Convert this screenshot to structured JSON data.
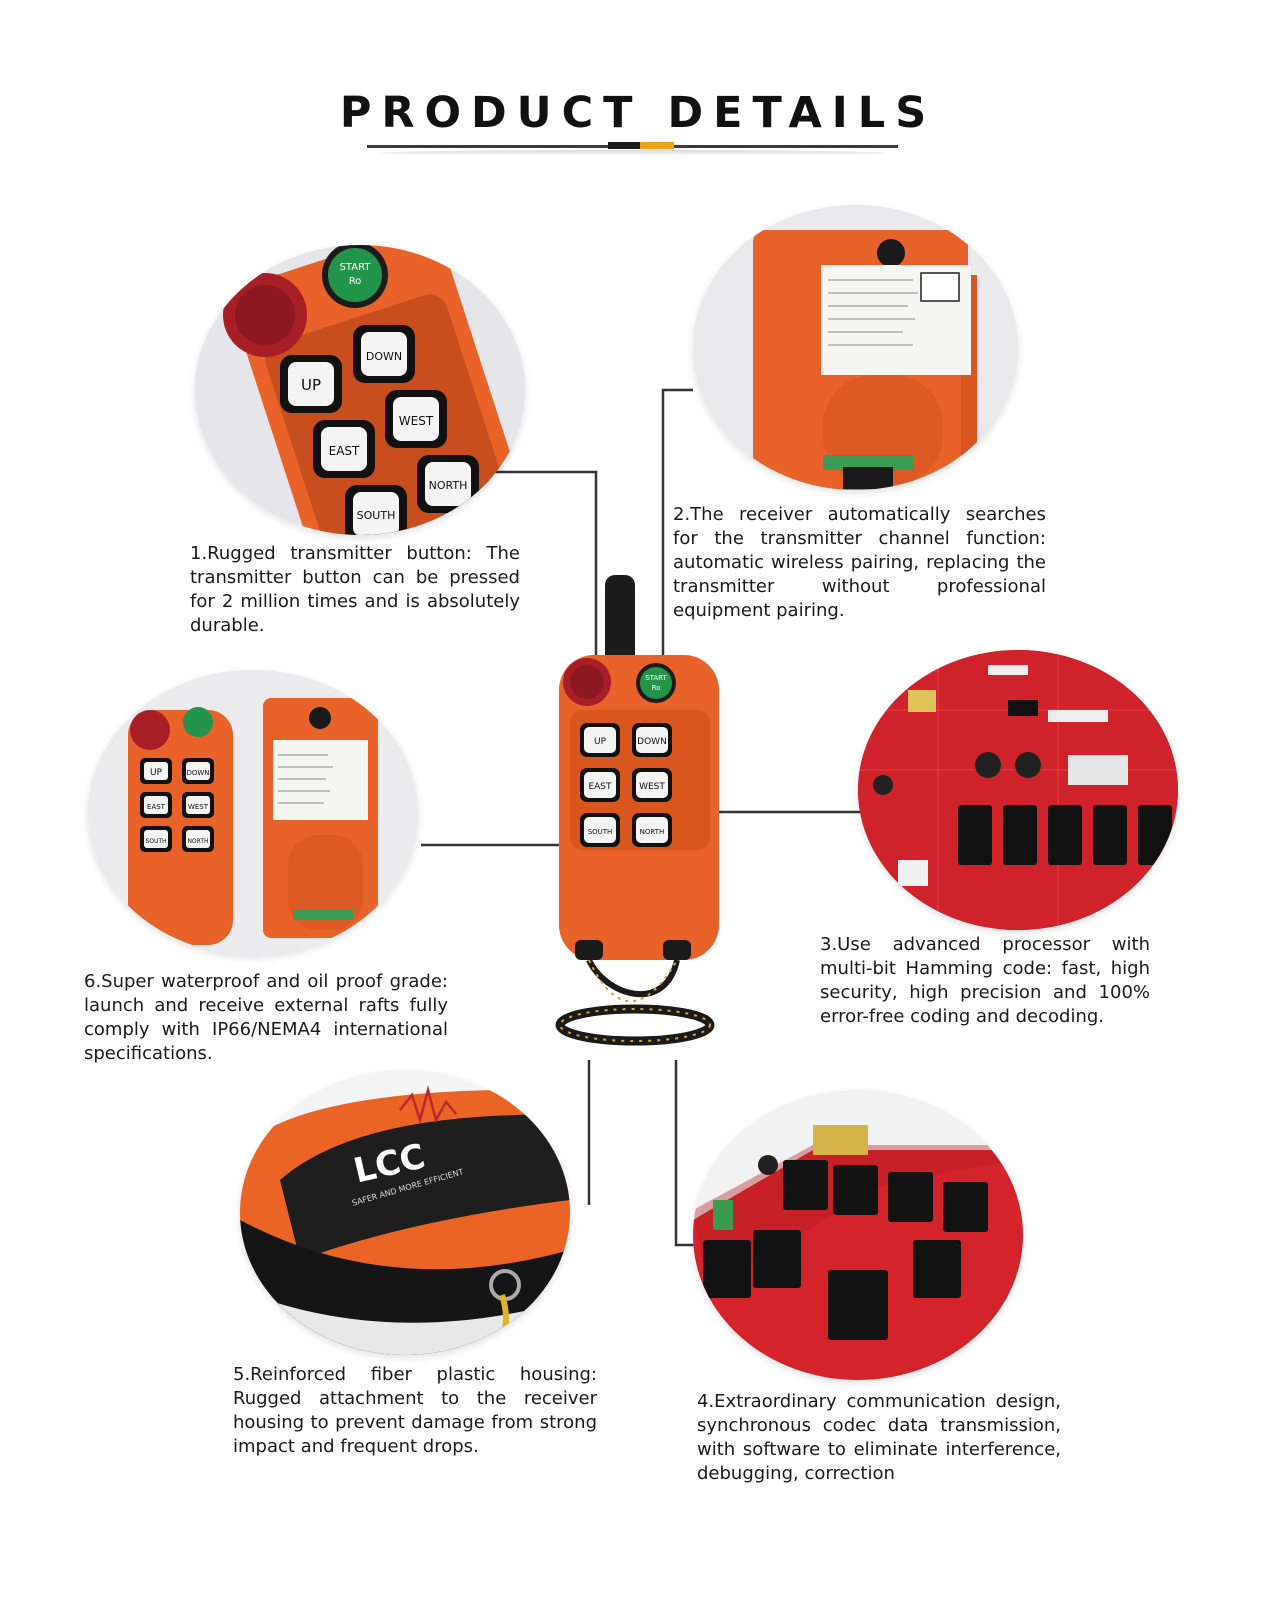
{
  "page": {
    "title": "PRODUCT DETAILS",
    "accent_color": "#f0a11a",
    "product_color": "#e8622a"
  },
  "remote": {
    "start_button": {
      "line1": "START",
      "line2": "Ro"
    },
    "buttons": [
      "UP",
      "DOWN",
      "EAST",
      "WEST",
      "SOUTH",
      "NORTH"
    ]
  },
  "features": [
    {
      "text": "1.Rugged transmitter button: The transmitter button can be pressed for 2 million times and is absolutely durable.",
      "image": "transmitter-buttons-closeup"
    },
    {
      "text": "2.The receiver automatically searches for the transmitter channel function: automatic wireless pairing, replacing the transmitter without professional equipment pairing.",
      "image": "receiver-back-label"
    },
    {
      "text": "3.Use advanced processor with multi-bit Hamming code: fast, high security, high precision and 100% error-free coding and decoding.",
      "image": "red-circuit-board"
    },
    {
      "text": "4.Extraordinary communication design, synchronous codec data transmission, with software to eliminate interference, debugging, correction",
      "image": "relay-circuit-board"
    },
    {
      "text": "5.Reinforced fiber plastic housing: Rugged attachment to the receiver housing to prevent damage from strong impact and frequent drops.",
      "image": "housing-closeup"
    },
    {
      "text": "6.Super waterproof and oil proof grade: launch and receive external rafts fully comply with IP66/NEMA4 international specifications.",
      "image": "transmitter-and-receiver"
    }
  ],
  "brand": {
    "logo": "LCC",
    "tagline": "SAFER AND MORE EFFICIENT"
  },
  "circle1_labels": {
    "start1": "START",
    "start2": "Ro",
    "up": "UP",
    "down": "DOWN",
    "east": "EAST",
    "west": "WEST",
    "south": "SOUTH",
    "north": "NORTH"
  },
  "circle6_labels": {
    "up": "UP",
    "down": "DOWN",
    "east": "EAST",
    "west": "WEST",
    "south": "SOUTH",
    "north": "NORTH"
  }
}
